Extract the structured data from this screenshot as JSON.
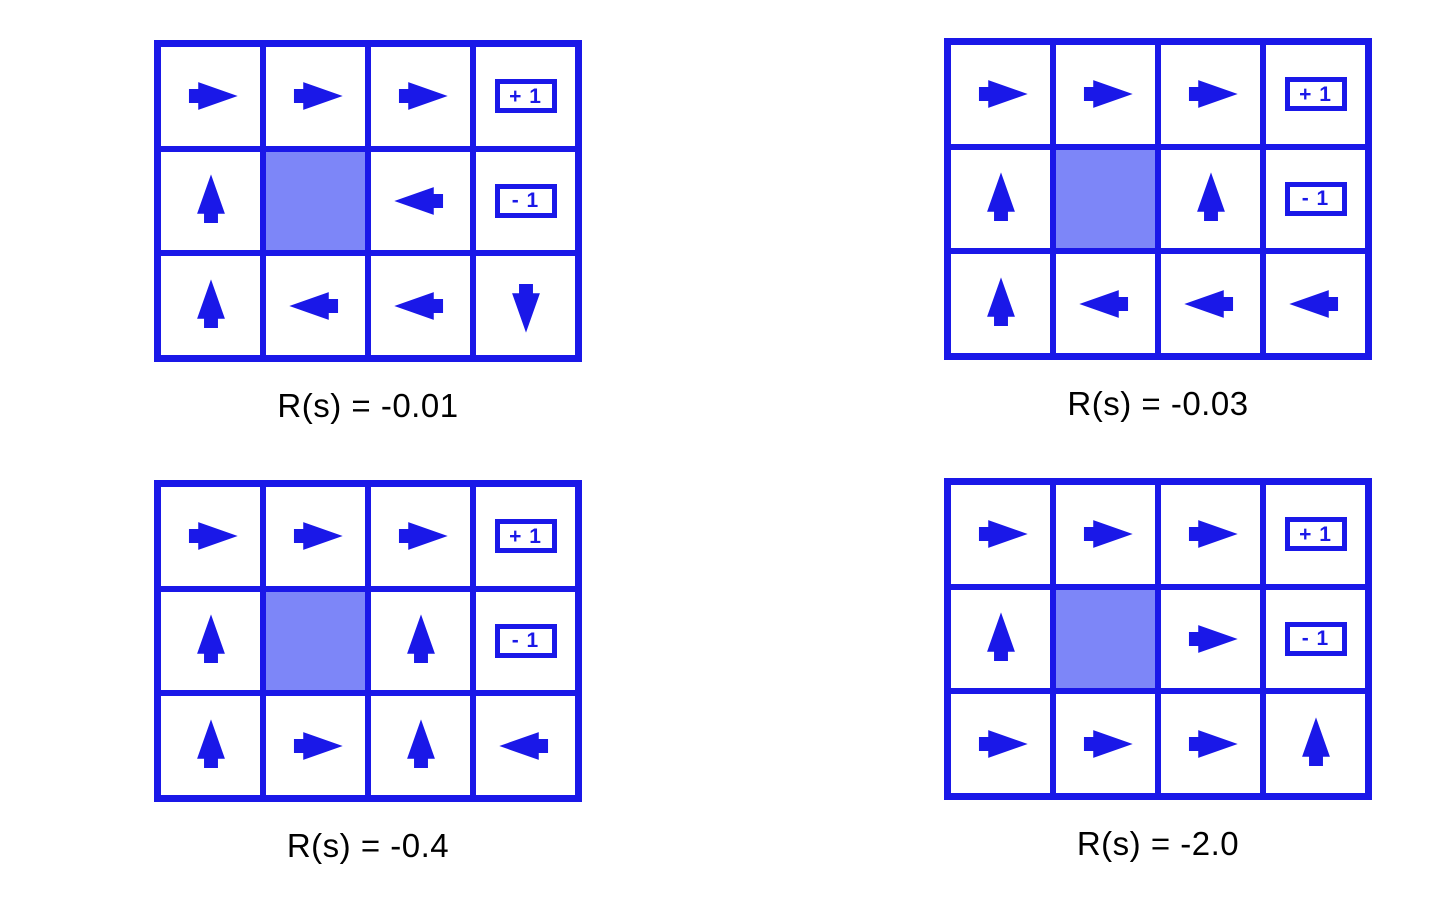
{
  "figure": {
    "title": "",
    "accent_color": "#1A18E8",
    "wall_color": "#7D86F8",
    "background_color": "#FFFFFF",
    "text_color": "#000000"
  },
  "legend": {
    "positive_terminal_label": "+ 1",
    "negative_terminal_label": "- 1",
    "arrow_names": {
      "up": "arrow-up-icon",
      "down": "arrow-down-icon",
      "left": "arrow-left-icon",
      "right": "arrow-right-icon"
    }
  },
  "panels": [
    {
      "id": "panel-r-0-01",
      "caption": "R(s) = -0.01",
      "reward_value": "-0.01",
      "rows": 3,
      "cols": 4,
      "cells": [
        [
          {
            "type": "arrow",
            "dir": "right"
          },
          {
            "type": "arrow",
            "dir": "right"
          },
          {
            "type": "arrow",
            "dir": "right"
          },
          {
            "type": "terminal",
            "label": "+ 1"
          }
        ],
        [
          {
            "type": "arrow",
            "dir": "up"
          },
          {
            "type": "wall"
          },
          {
            "type": "arrow",
            "dir": "left"
          },
          {
            "type": "terminal",
            "label": "- 1"
          }
        ],
        [
          {
            "type": "arrow",
            "dir": "up"
          },
          {
            "type": "arrow",
            "dir": "left"
          },
          {
            "type": "arrow",
            "dir": "left"
          },
          {
            "type": "arrow",
            "dir": "down"
          }
        ]
      ]
    },
    {
      "id": "panel-r-0-03",
      "caption": "R(s) = -0.03",
      "reward_value": "-0.03",
      "rows": 3,
      "cols": 4,
      "cells": [
        [
          {
            "type": "arrow",
            "dir": "right"
          },
          {
            "type": "arrow",
            "dir": "right"
          },
          {
            "type": "arrow",
            "dir": "right"
          },
          {
            "type": "terminal",
            "label": "+ 1"
          }
        ],
        [
          {
            "type": "arrow",
            "dir": "up"
          },
          {
            "type": "wall"
          },
          {
            "type": "arrow",
            "dir": "up"
          },
          {
            "type": "terminal",
            "label": "- 1"
          }
        ],
        [
          {
            "type": "arrow",
            "dir": "up"
          },
          {
            "type": "arrow",
            "dir": "left"
          },
          {
            "type": "arrow",
            "dir": "left"
          },
          {
            "type": "arrow",
            "dir": "left"
          }
        ]
      ]
    },
    {
      "id": "panel-r-0-4",
      "caption": "R(s) = -0.4",
      "reward_value": "-0.4",
      "rows": 3,
      "cols": 4,
      "cells": [
        [
          {
            "type": "arrow",
            "dir": "right"
          },
          {
            "type": "arrow",
            "dir": "right"
          },
          {
            "type": "arrow",
            "dir": "right"
          },
          {
            "type": "terminal",
            "label": "+ 1"
          }
        ],
        [
          {
            "type": "arrow",
            "dir": "up"
          },
          {
            "type": "wall"
          },
          {
            "type": "arrow",
            "dir": "up"
          },
          {
            "type": "terminal",
            "label": "- 1"
          }
        ],
        [
          {
            "type": "arrow",
            "dir": "up"
          },
          {
            "type": "arrow",
            "dir": "right"
          },
          {
            "type": "arrow",
            "dir": "up"
          },
          {
            "type": "arrow",
            "dir": "left"
          }
        ]
      ]
    },
    {
      "id": "panel-r-2-0",
      "caption": "R(s) = -2.0",
      "reward_value": "-2.0",
      "rows": 3,
      "cols": 4,
      "cells": [
        [
          {
            "type": "arrow",
            "dir": "right"
          },
          {
            "type": "arrow",
            "dir": "right"
          },
          {
            "type": "arrow",
            "dir": "right"
          },
          {
            "type": "terminal",
            "label": "+ 1"
          }
        ],
        [
          {
            "type": "arrow",
            "dir": "up"
          },
          {
            "type": "wall"
          },
          {
            "type": "arrow",
            "dir": "right"
          },
          {
            "type": "terminal",
            "label": "- 1"
          }
        ],
        [
          {
            "type": "arrow",
            "dir": "right"
          },
          {
            "type": "arrow",
            "dir": "right"
          },
          {
            "type": "arrow",
            "dir": "right"
          },
          {
            "type": "arrow",
            "dir": "up"
          }
        ]
      ]
    }
  ]
}
